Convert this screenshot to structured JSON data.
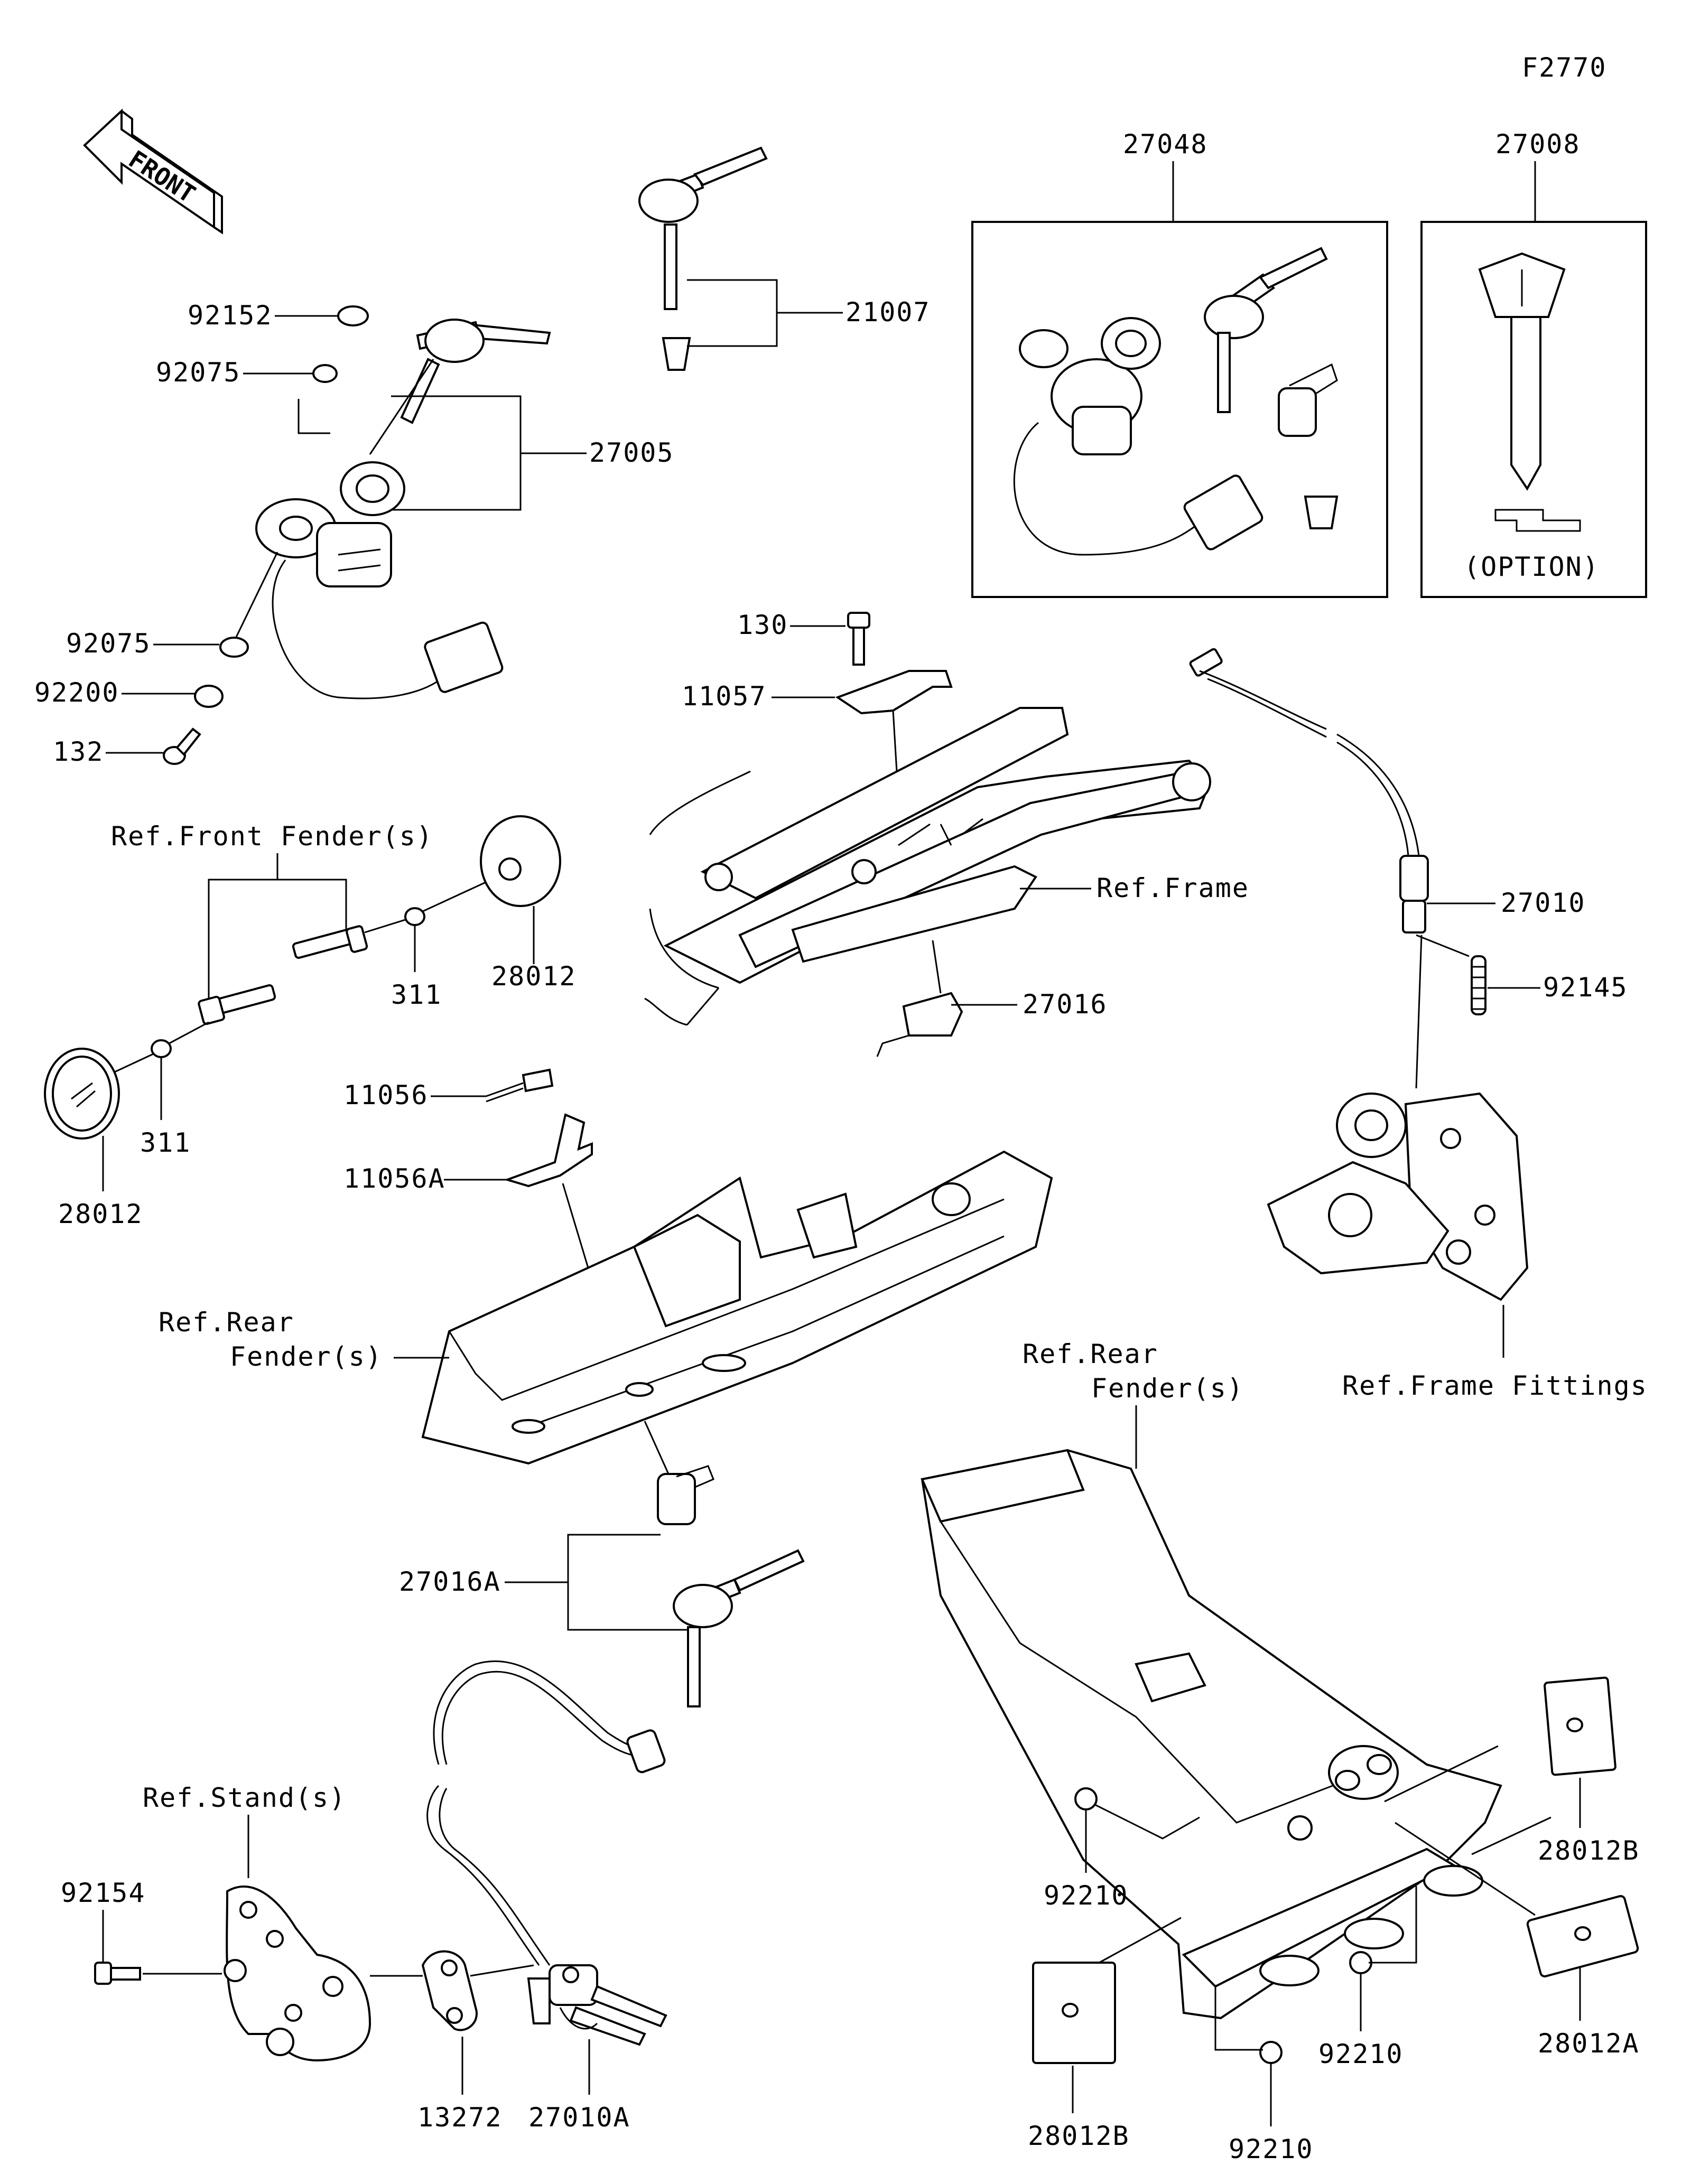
{
  "figure_code": "F2770",
  "front_arrow_text": "FRONT",
  "option_text": "(OPTION)",
  "labels": {
    "p27048": "27048",
    "p27008": "27008",
    "p92152": "92152",
    "p92075a": "92075",
    "p21007": "21007",
    "p27005": "27005",
    "p92075b": "92075",
    "p92200": "92200",
    "p132": "132",
    "p130": "130",
    "p11057": "11057",
    "ref_frame": "Ref.Frame",
    "p27010": "27010",
    "p92145": "92145",
    "p27016": "27016",
    "ref_front_fender": "Ref.Front Fender(s)",
    "p311a": "311",
    "p311b": "311",
    "p28012a": "28012",
    "p28012b": "28012",
    "p11056": "11056",
    "p11056A": "11056A",
    "ref_rear_fender_1a": "Ref.Rear",
    "ref_rear_fender_1b": "Fender(s)",
    "ref_frame_fittings": "Ref.Frame Fittings",
    "ref_rear_fender_2a": "Ref.Rear",
    "ref_rear_fender_2b": "Fender(s)",
    "p27016A": "27016A",
    "ref_stand": "Ref.Stand(s)",
    "p92154": "92154",
    "p28012B_top": "28012B",
    "p92210_left": "92210",
    "p28012A": "28012A",
    "p92210_mid": "92210",
    "p92210_bottom": "92210",
    "p28012B_bottom": "28012B",
    "p13272": "13272",
    "p27010A": "27010A"
  }
}
